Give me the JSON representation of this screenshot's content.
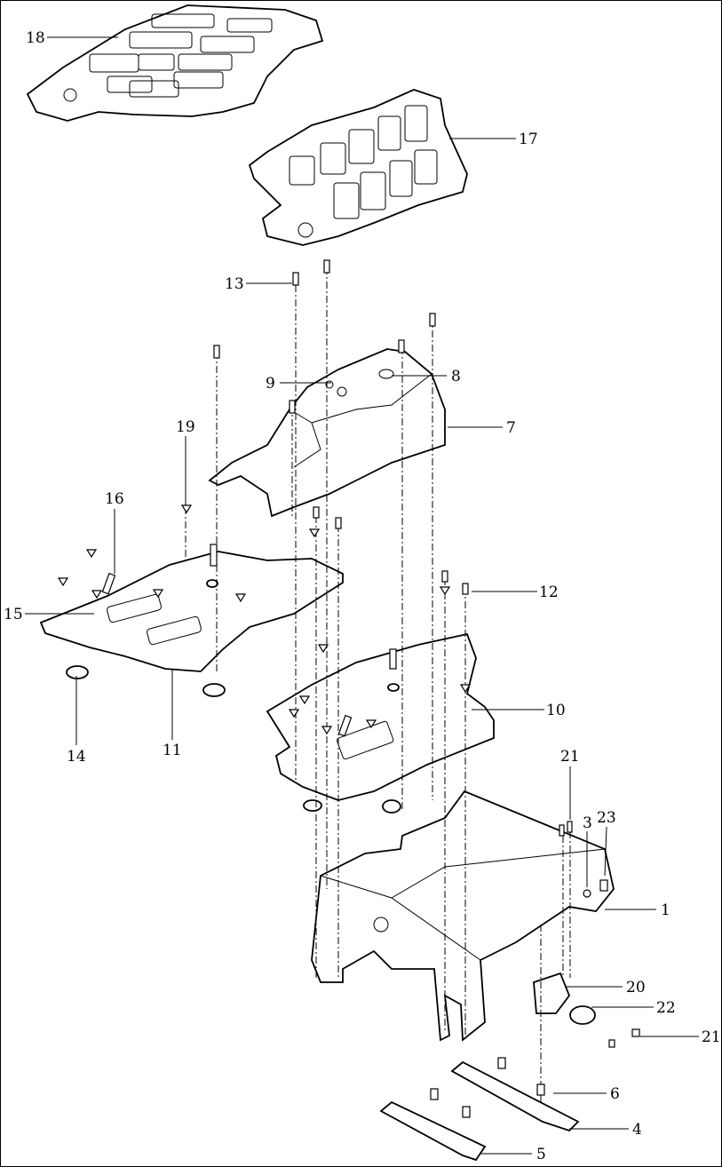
{
  "title": "Exploded parts diagram",
  "callouts": [
    "18",
    "17",
    "13",
    "9",
    "8",
    "7",
    "19",
    "16",
    "15",
    "12",
    "10",
    "14",
    "11",
    "21",
    "3",
    "23",
    "1",
    "20",
    "22",
    "21",
    "6",
    "4",
    "5"
  ]
}
